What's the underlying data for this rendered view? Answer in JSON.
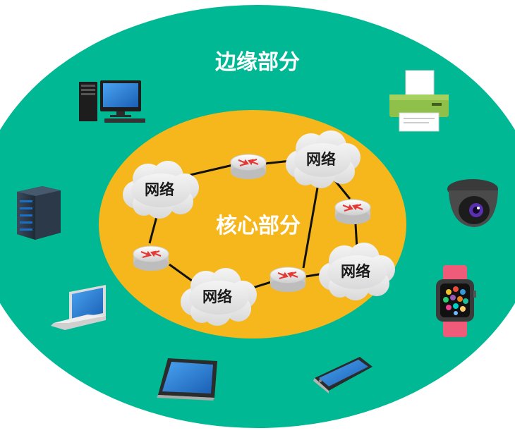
{
  "diagram": {
    "edge_label": "边缘部分",
    "core_label": "核心部分",
    "clouds": [
      {
        "id": "cloud-top-right",
        "label": "网络"
      },
      {
        "id": "cloud-left",
        "label": "网络"
      },
      {
        "id": "cloud-right",
        "label": "网络"
      },
      {
        "id": "cloud-bottom",
        "label": "网络"
      }
    ],
    "colors": {
      "edge": "#00b894",
      "core": "#f5b71c",
      "cloud": "#e9e9e9",
      "router": "#e8e8e8",
      "link": "#111111"
    },
    "devices": [
      "desktop-computer",
      "printer",
      "server",
      "security-camera",
      "laptop",
      "smartwatch",
      "tablet",
      "smartphone"
    ]
  }
}
